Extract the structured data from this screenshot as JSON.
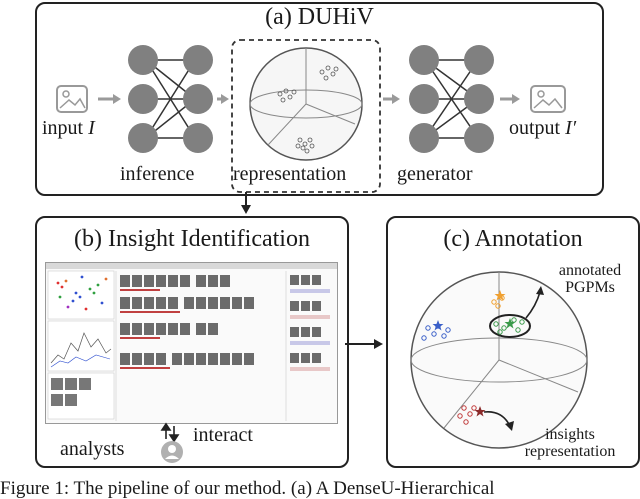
{
  "colors": {
    "node": "#7f7f7f",
    "arrow": "#9a9a9a",
    "border": "#222222",
    "accent_orange": "#f0a030",
    "accent_green": "#3a9a4a",
    "accent_blue": "#3a5fc8",
    "accent_red": "#c03a3a"
  },
  "panel_a": {
    "title": "(a) DUHiV",
    "input_label": "input",
    "input_symbol": "I",
    "output_label": "output",
    "output_symbol": "I′",
    "inference_label": "inference",
    "representation_label": "representation",
    "generator_label": "generator"
  },
  "panel_b": {
    "title": "(b) Insight Identification",
    "analysts_label": "analysts",
    "interact_label": "interact"
  },
  "panel_c": {
    "title": "(c) Annotation",
    "annotated_label_line1": "annotated",
    "annotated_label_line2": "PGPMs",
    "insights_label_line1": "insights",
    "insights_label_line2": "representation"
  },
  "caption": "Figure 1: The pipeline of our method. (a) A DenseU-Hierarchical"
}
